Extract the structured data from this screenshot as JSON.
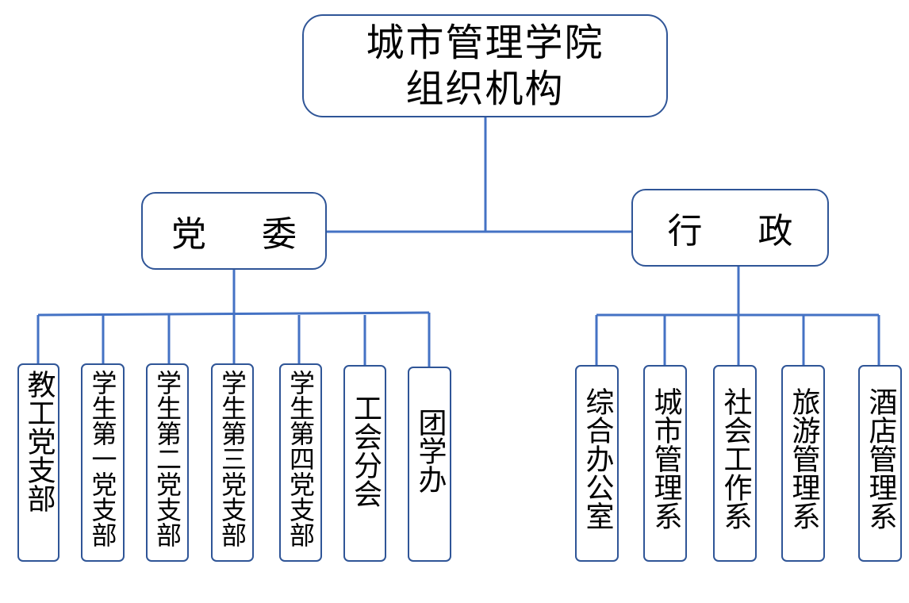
{
  "colors": {
    "line": "#4472c4",
    "border": "#2f5597"
  },
  "root": {
    "line1": "城市管理学院",
    "line2": "组织机构"
  },
  "party": {
    "label": "党 委",
    "children": [
      "教工党支部",
      "学生第一党支部",
      "学生第二党支部",
      "学生第三党支部",
      "学生第四党支部",
      "工会分会",
      "团学办"
    ]
  },
  "admin": {
    "label": "行 政",
    "children": [
      "综合办公室",
      "城市管理系",
      "社会工作系",
      "旅游管理系",
      "酒店管理系"
    ]
  }
}
